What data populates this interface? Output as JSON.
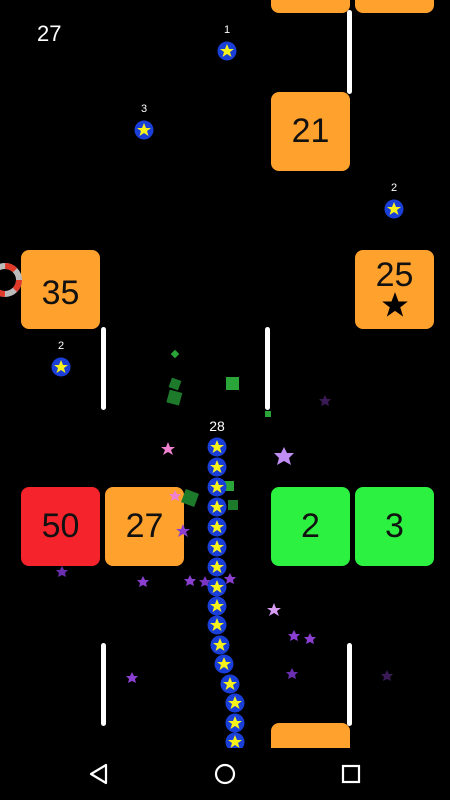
{
  "hud": {
    "score": "27",
    "snake_length": "28"
  },
  "blocks": [
    {
      "id": "top-1",
      "value": ""
    },
    {
      "id": "top-2",
      "value": ""
    },
    {
      "id": "b-21",
      "value": "21"
    },
    {
      "id": "b-35",
      "value": "35"
    },
    {
      "id": "b-25",
      "value": "25"
    },
    {
      "id": "b-50",
      "value": "50"
    },
    {
      "id": "b-27",
      "value": "27"
    },
    {
      "id": "b-2",
      "value": "2"
    },
    {
      "id": "b-3",
      "value": "3"
    },
    {
      "id": "bottom",
      "value": ""
    }
  ],
  "pickups": [
    {
      "label": "1"
    },
    {
      "label": "3"
    },
    {
      "label": "2"
    },
    {
      "label": "2"
    }
  ],
  "colors": {
    "orange": "#ffa12d",
    "red": "#f5232b",
    "green": "#2cf140",
    "snake": "#1a3fd8",
    "star": "#f7f21c"
  },
  "nav": {
    "back": "back-icon",
    "home": "home-icon",
    "recents": "recents-icon"
  }
}
